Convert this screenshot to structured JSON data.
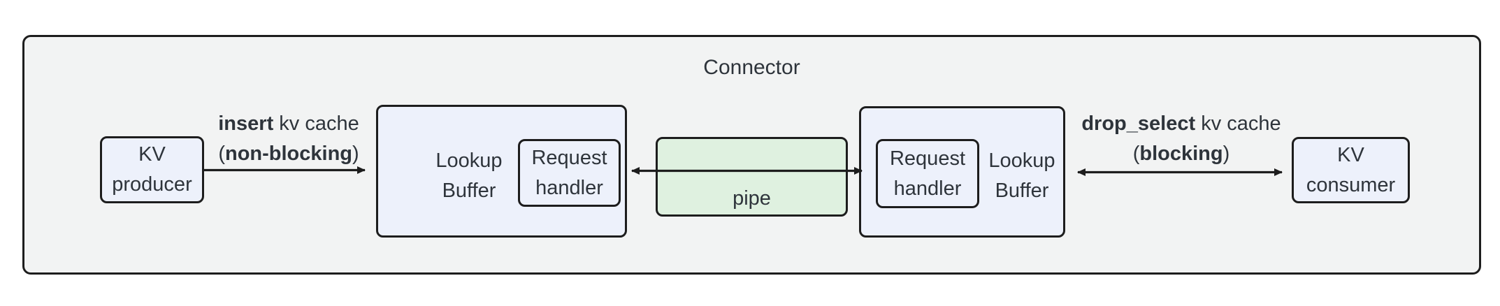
{
  "diagram": {
    "title": "Connector",
    "nodes": {
      "kv_producer": {
        "line1": "KV",
        "line2": "producer"
      },
      "lookup_buffer_left": {
        "line1": "Lookup",
        "line2": "Buffer"
      },
      "request_handler_left": {
        "line1": "Request",
        "line2": "handler"
      },
      "pipe": {
        "label": "pipe"
      },
      "request_handler_right": {
        "line1": "Request",
        "line2": "handler"
      },
      "lookup_buffer_right": {
        "line1": "Lookup",
        "line2": "Buffer"
      },
      "kv_consumer": {
        "line1": "KV",
        "line2": "consumer"
      }
    },
    "edges": {
      "insert": {
        "verb": "insert",
        "object": " kv cache",
        "paren_open": "(",
        "mode": "non-blocking",
        "paren_close": ")"
      },
      "drop_select": {
        "verb": "drop_select",
        "object": " kv cache",
        "paren_open": "(",
        "mode": "blocking",
        "paren_close": ")"
      }
    },
    "colors": {
      "node_fill": "#edf1fb",
      "pipe_fill": "#dff1e0",
      "container_fill": "#f2f3f3",
      "border": "#1d1d1d",
      "text": "#2e343b"
    }
  }
}
